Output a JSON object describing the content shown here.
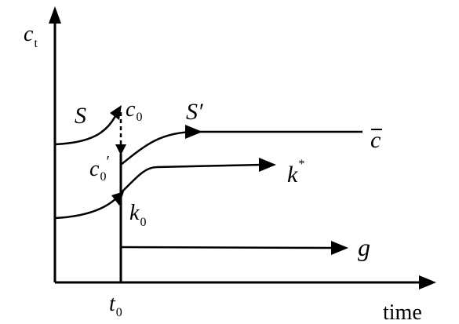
{
  "axes": {
    "y_label": "c",
    "y_label_sub": "t",
    "x_label": "time",
    "t_label": "t",
    "t_label_sub": "0"
  },
  "curves": {
    "S": "S",
    "S_prime": "S′",
    "c0_main": "c",
    "c0_sub": "0",
    "c0p_main": "c",
    "c0p_sub": "0",
    "c0p_prime": "′",
    "c_bar": "c",
    "k_star": "k",
    "k_star_sup": "*",
    "k0_main": "k",
    "k0_sub": "0",
    "g": "g"
  },
  "colors": {
    "stroke": "#000000",
    "background": "#ffffff"
  }
}
